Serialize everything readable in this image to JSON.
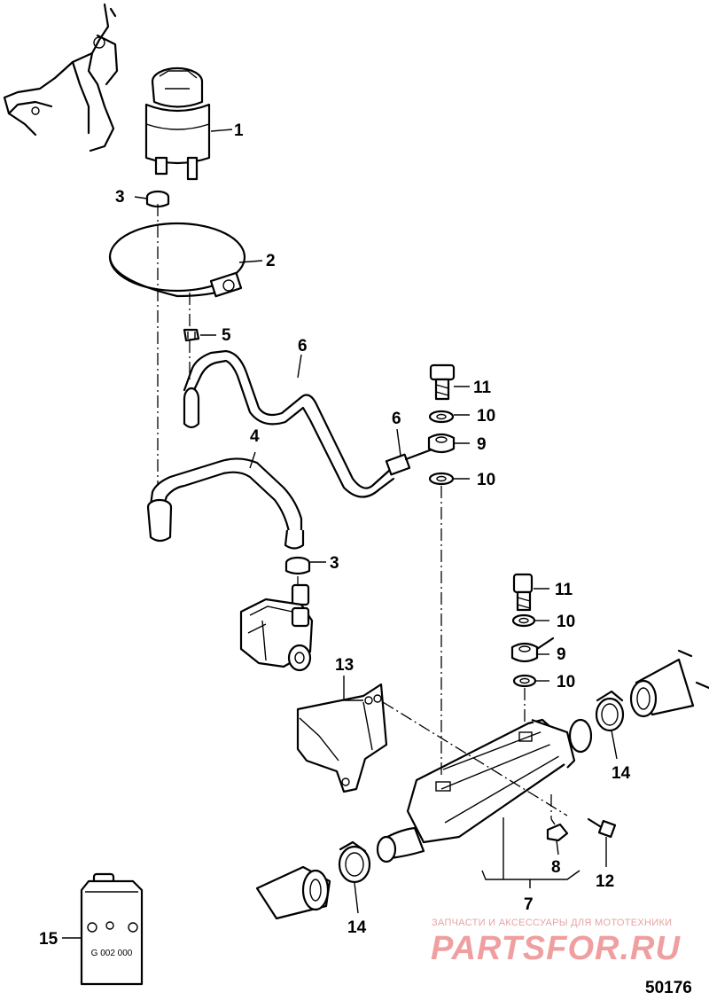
{
  "callouts": [
    {
      "id": "c1",
      "label": "1"
    },
    {
      "id": "c2",
      "label": "2"
    },
    {
      "id": "c3a",
      "label": "3"
    },
    {
      "id": "c3b",
      "label": "3"
    },
    {
      "id": "c4",
      "label": "4"
    },
    {
      "id": "c5",
      "label": "5"
    },
    {
      "id": "c6a",
      "label": "6"
    },
    {
      "id": "c6b",
      "label": "6"
    },
    {
      "id": "c7",
      "label": "7"
    },
    {
      "id": "c8",
      "label": "8"
    },
    {
      "id": "c9a",
      "label": "9"
    },
    {
      "id": "c9b",
      "label": "9"
    },
    {
      "id": "c10a",
      "label": "10"
    },
    {
      "id": "c10b",
      "label": "10"
    },
    {
      "id": "c10c",
      "label": "10"
    },
    {
      "id": "c10d",
      "label": "10"
    },
    {
      "id": "c11a",
      "label": "11"
    },
    {
      "id": "c11b",
      "label": "11"
    },
    {
      "id": "c12",
      "label": "12"
    },
    {
      "id": "c13",
      "label": "13"
    },
    {
      "id": "c14a",
      "label": "14"
    },
    {
      "id": "c14b",
      "label": "14"
    },
    {
      "id": "c15",
      "label": "15"
    }
  ],
  "figure_number": "50176",
  "watermark": {
    "tagline": "ЗАПЧАСТИ И АКСЕССУАРЫ ДЛЯ МОТОТЕХНИКИ",
    "logo": "PARTSFOR.RU"
  },
  "container_label": "G 002 000"
}
